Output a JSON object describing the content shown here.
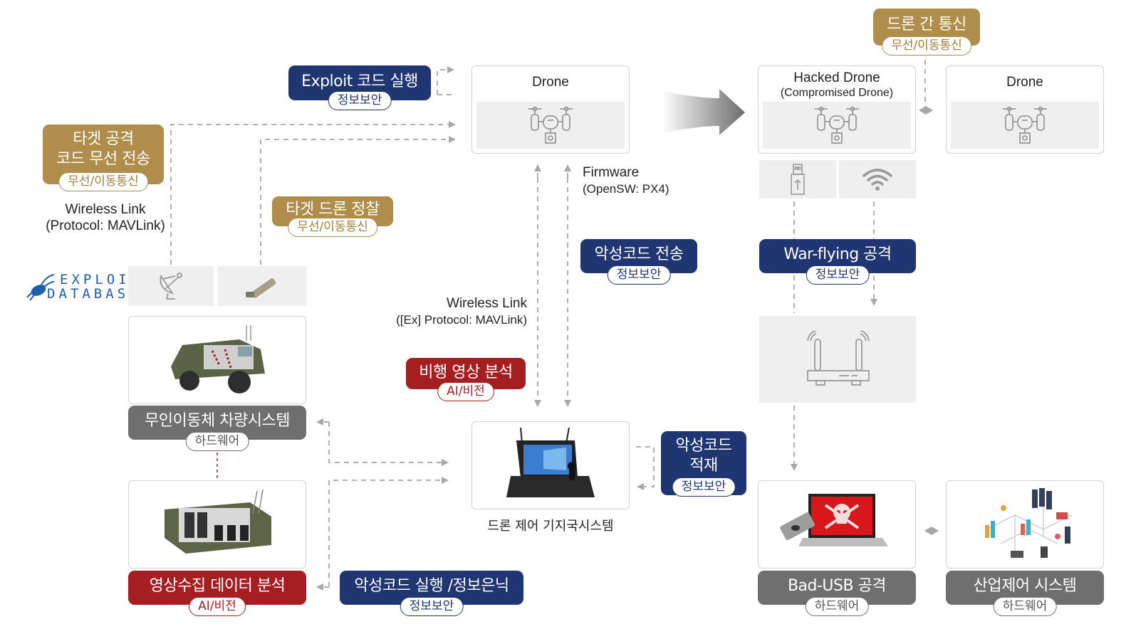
{
  "tags": {
    "exploit_exec": {
      "title": "Exploit 코드 실행",
      "pill": "정보보안"
    },
    "target_attack": {
      "title_line1": "타겟 공격",
      "title_line2": "코드 무선 전송",
      "pill": "무선/이동통신"
    },
    "target_recon": {
      "title": "타겟 드론 정찰",
      "pill": "무선/이동통신"
    },
    "inter_drone": {
      "title": "드론 간 통신",
      "pill": "무선/이동통신"
    },
    "malware_transfer": {
      "title": "악성코드 전송",
      "pill": "정보보안"
    },
    "war_flying": {
      "title": "War-flying 공격",
      "pill": "정보보안"
    },
    "flight_video": {
      "title": "비행 영상 분석",
      "pill": "AI/비전"
    },
    "vehicle_system": {
      "title": "무인이동체 차량시스템",
      "pill": "하드웨어"
    },
    "malware_load": {
      "title_line1": "악성코드",
      "title_line2": "적재",
      "pill": "정보보안"
    },
    "video_data": {
      "title": "영상수집 데이터 분석",
      "pill": "AI/비전"
    },
    "malware_stego": {
      "title": "악성코드 실행 /정보은닉",
      "pill": "정보보안"
    },
    "bad_usb": {
      "title": "Bad-USB 공격",
      "pill": "하드웨어"
    },
    "ics": {
      "title": "산업제어 시스템",
      "pill": "하드웨어"
    }
  },
  "cards": {
    "drone_center": {
      "title": "Drone"
    },
    "hacked_drone": {
      "title": "Hacked Drone",
      "subtitle": "(Compromised Drone)"
    },
    "drone_right": {
      "title": "Drone"
    }
  },
  "labels": {
    "wireless_link_left": {
      "line1": "Wireless Link",
      "line2": "(Protocol: MAVLink)"
    },
    "firmware": {
      "line1": "Firmware",
      "line2": "(OpenSW: PX4)"
    },
    "wireless_link_center": {
      "line1": "Wireless Link",
      "line2": "([Ex] Protocol: MAVLink)"
    },
    "gcs": "드론 제어 기지국시스템"
  },
  "logo": {
    "line1": "EXPLOIT",
    "line2": "DATABASE"
  },
  "colors": {
    "gold": "#b08d4b",
    "navy": "#1f3673",
    "red": "#a51e22",
    "gray": "#6f6f6f",
    "connector": "#a8a8a8"
  }
}
